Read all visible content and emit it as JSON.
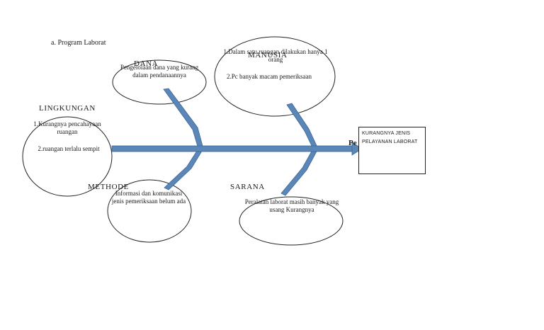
{
  "section_title": "a.   Program Laborat",
  "effect": {
    "box_text": "KURANGNYA JENIS PELAYANAN LABORAT",
    "spine_label_fragment": "Pe"
  },
  "causes": {
    "dana": {
      "heading": "DANA",
      "items": [
        "Pengelolaan dana yang kurang dalam pendanaannya"
      ]
    },
    "manusia": {
      "heading": "MANUSIA",
      "items": [
        "1.Dalam satu ruangan dilakukan hanya 1 orang",
        "2.Pc banyak macam pemeriksaan"
      ]
    },
    "lingkungan": {
      "heading": "LINGKUNGAN",
      "items": [
        "1.Kurangnya pencahayaan ruangan",
        "2.ruangan terlalu sempit"
      ]
    },
    "methode": {
      "heading": "METHODE",
      "items": [
        "Informasi dan komunikasi jenis  pemeriksaan belum ada"
      ]
    },
    "sarana": {
      "heading": "SARANA",
      "items": [
        "Peralatan  laborat masih banyak yang usang Kurangnya"
      ]
    }
  },
  "colors": {
    "bone_fill": "#5b86b8",
    "bone_stroke": "#3d6797",
    "outline": "#222222"
  }
}
